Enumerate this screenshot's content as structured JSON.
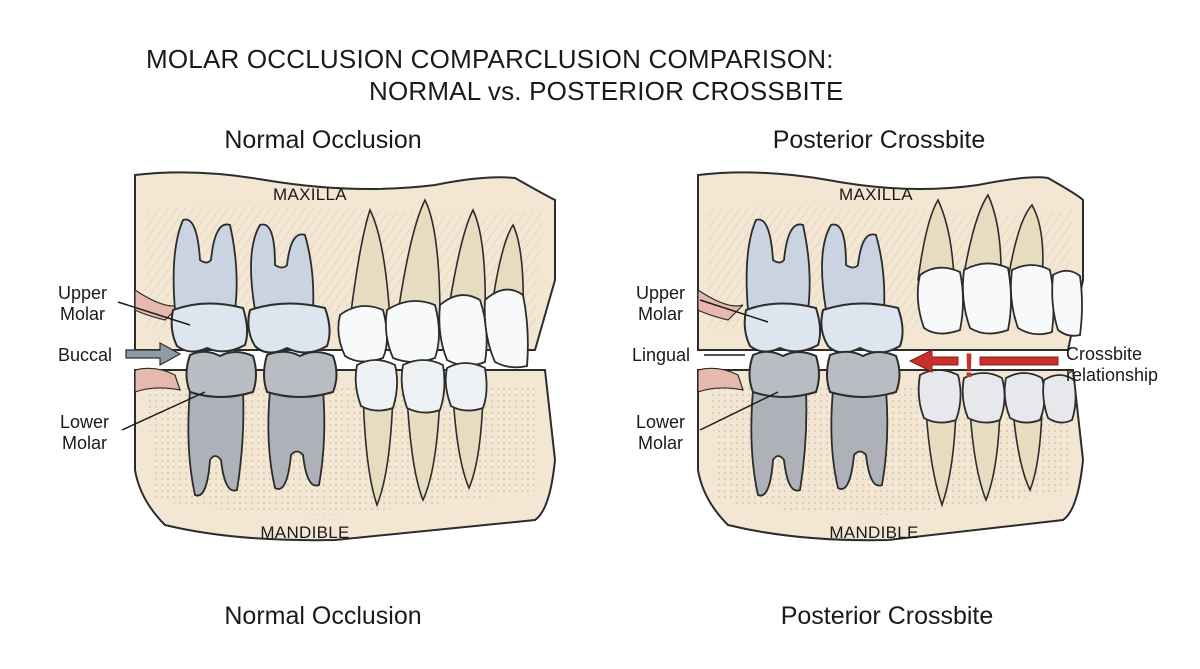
{
  "title": {
    "line1": "MOLAR OCCLUSION COMPARCLUSION COMPARISON:",
    "line2": "NORMAL vs. POSTERIOR CROSSBITE"
  },
  "panels": {
    "left": {
      "heading": "Normal Occlusion",
      "footer": "Normal Occlusion",
      "maxilla": "MAXILLA",
      "mandible": "MANDIBLE",
      "labels": {
        "upper_molar": [
          "Upper",
          "Molar"
        ],
        "buccal": "Buccal",
        "lower_molar": [
          "Lower",
          "Molar"
        ]
      }
    },
    "right": {
      "heading": "Posterior Crossbite",
      "footer": "Posterior Crossbite",
      "maxilla": "MAXILLA",
      "mandible": "MANDIBLE",
      "labels": {
        "upper_molar": [
          "Upper",
          "Molar"
        ],
        "lingual": "Lingual",
        "lower_molar": [
          "Lower",
          "Molar"
        ],
        "crossbite": [
          "Crossbite",
          "relationship"
        ],
        "alert_mark": "!"
      }
    }
  },
  "colors": {
    "bone": "#f3e6d3",
    "bone_texture": "#d9c8b0",
    "gum": "#e7b9ae",
    "root_tan": "#e8dcc0",
    "molar_upper": "#c9d4e0",
    "molar_lower": "#aeb1b8",
    "incisor": "#f7f9fb",
    "outline": "#2c2c2c",
    "crossbite_red": "#c7302b",
    "buccal_arrow": "#8e9aa6"
  },
  "icons": {
    "buccal_arrow": "arrow-right-icon",
    "crossbite_arrow": "arrow-left-icon",
    "alert": "exclamation-icon"
  }
}
